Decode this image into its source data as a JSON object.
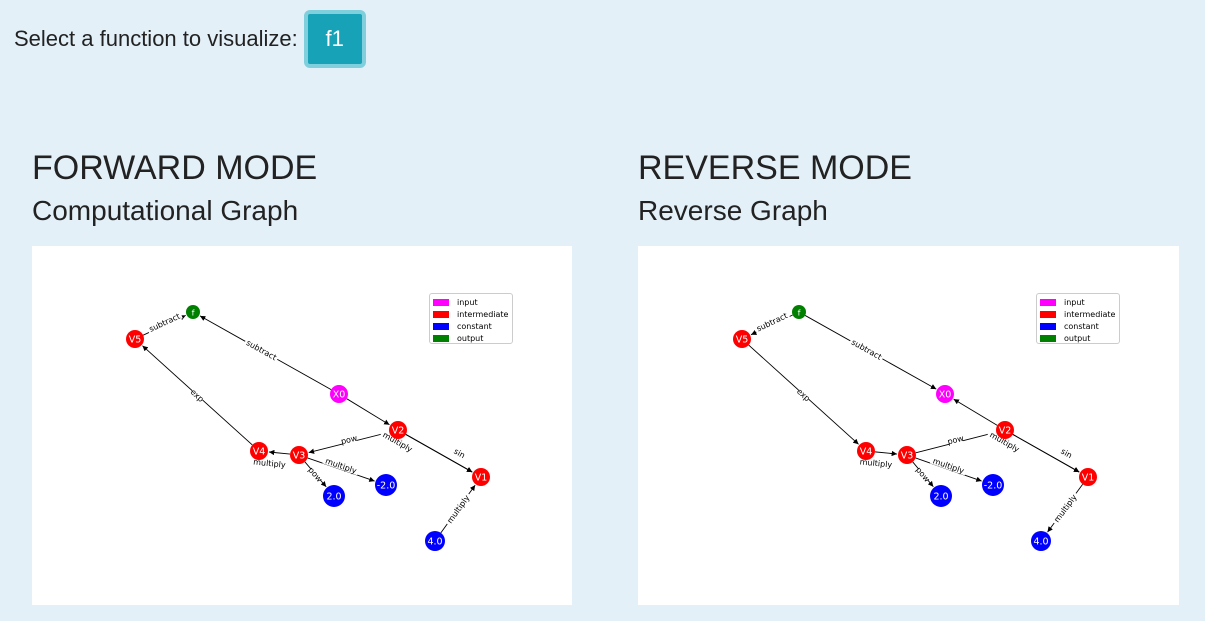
{
  "header": {
    "select_label": "Select a function to visualize:",
    "function_button": "f1"
  },
  "colors": {
    "input": "#ff00ff",
    "intermediate": "#ff0000",
    "constant": "#0000ff",
    "output": "#008000",
    "button": "#17a2b8"
  },
  "forward": {
    "mode_title": "FORWARD MODE",
    "graph_title": "Computational Graph",
    "nodes": [
      {
        "id": "f",
        "label": "f",
        "type": "output"
      },
      {
        "id": "V5",
        "label": "V5",
        "type": "intermediate"
      },
      {
        "id": "X0",
        "label": "X0",
        "type": "input"
      },
      {
        "id": "V2",
        "label": "V2",
        "type": "intermediate"
      },
      {
        "id": "V4",
        "label": "V4",
        "type": "intermediate"
      },
      {
        "id": "V3",
        "label": "V3",
        "type": "intermediate"
      },
      {
        "id": "V1",
        "label": "V1",
        "type": "intermediate"
      },
      {
        "id": "c2",
        "label": "2.0",
        "type": "constant"
      },
      {
        "id": "cm2",
        "label": "-2.0",
        "type": "constant"
      },
      {
        "id": "c4",
        "label": "4.0",
        "type": "constant"
      }
    ],
    "edges": [
      {
        "from": "V5",
        "to": "f",
        "label": "subtract"
      },
      {
        "from": "X0",
        "to": "f",
        "label": "subtract"
      },
      {
        "from": "V4",
        "to": "V5",
        "label": "exp"
      },
      {
        "from": "X0",
        "to": "V2",
        "label": ""
      },
      {
        "from": "V2",
        "to": "V3",
        "label": "pow"
      },
      {
        "from": "V2",
        "to": "V1",
        "label": "multiply"
      },
      {
        "from": "V2",
        "to": "V1",
        "label": "sin"
      },
      {
        "from": "V3",
        "to": "V4",
        "label": "multiply"
      },
      {
        "from": "V3",
        "to": "cm2",
        "label": "multiply"
      },
      {
        "from": "V3",
        "to": "c2",
        "label": "pow"
      },
      {
        "from": "c4",
        "to": "V1",
        "label": "multiply"
      }
    ]
  },
  "reverse": {
    "mode_title": "REVERSE MODE",
    "graph_title": "Reverse Graph",
    "nodes": [
      {
        "id": "f",
        "label": "f",
        "type": "output"
      },
      {
        "id": "V5",
        "label": "V5",
        "type": "intermediate"
      },
      {
        "id": "X0",
        "label": "X0",
        "type": "input"
      },
      {
        "id": "V2",
        "label": "V2",
        "type": "intermediate"
      },
      {
        "id": "V4",
        "label": "V4",
        "type": "intermediate"
      },
      {
        "id": "V3",
        "label": "V3",
        "type": "intermediate"
      },
      {
        "id": "V1",
        "label": "V1",
        "type": "intermediate"
      },
      {
        "id": "c2",
        "label": "2.0",
        "type": "constant"
      },
      {
        "id": "cm2",
        "label": "-2.0",
        "type": "constant"
      },
      {
        "id": "c4",
        "label": "4.0",
        "type": "constant"
      }
    ],
    "edges": [
      {
        "from": "f",
        "to": "V5",
        "label": "subtract"
      },
      {
        "from": "f",
        "to": "X0",
        "label": "subtract"
      },
      {
        "from": "V5",
        "to": "V4",
        "label": "exp"
      },
      {
        "from": "V2",
        "to": "X0",
        "label": ""
      },
      {
        "from": "V3",
        "to": "V2",
        "label": "pow"
      },
      {
        "from": "V2",
        "to": "V1",
        "label": "multiply"
      },
      {
        "from": "V2",
        "to": "V1",
        "label": "sin"
      },
      {
        "from": "V4",
        "to": "V3",
        "label": "multiply"
      },
      {
        "from": "V3",
        "to": "cm2",
        "label": "multiply"
      },
      {
        "from": "V3",
        "to": "c2",
        "label": "pow"
      },
      {
        "from": "V1",
        "to": "c4",
        "label": "multiply"
      }
    ]
  },
  "legend": [
    {
      "label": "input",
      "type": "input"
    },
    {
      "label": "intermediate",
      "type": "intermediate"
    },
    {
      "label": "constant",
      "type": "constant"
    },
    {
      "label": "output",
      "type": "output"
    }
  ]
}
